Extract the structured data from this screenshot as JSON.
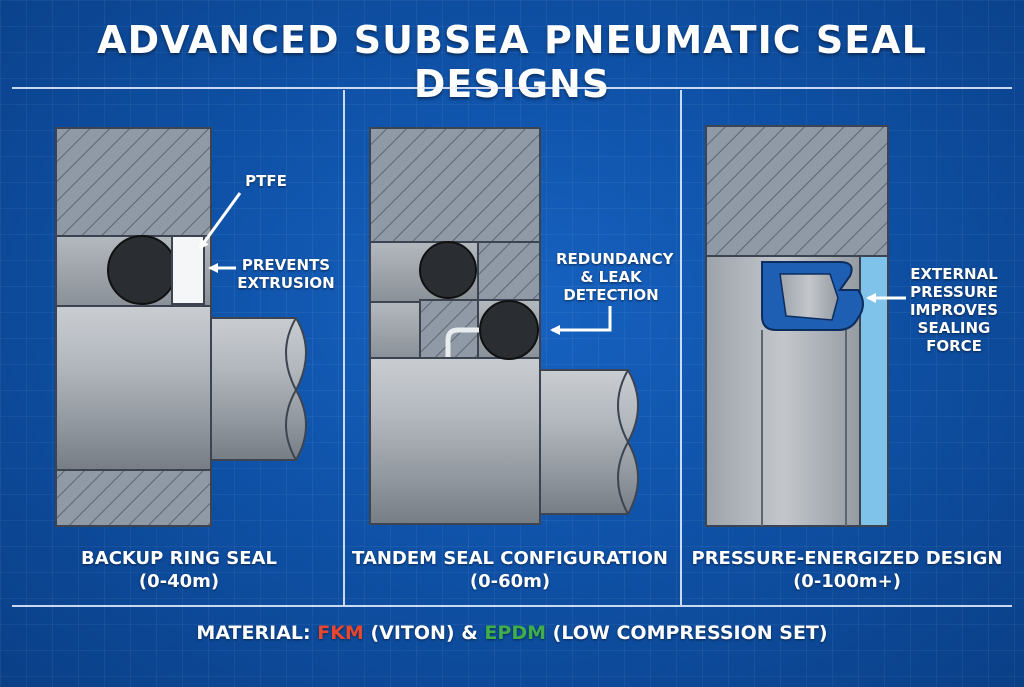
{
  "title": "ADVANCED SUBSEA PNEUMATIC SEAL DESIGNS",
  "panels": [
    {
      "name": "BACKUP RING SEAL",
      "range": "(0-40m)",
      "callouts": [
        "PTFE",
        "PREVENTS\nEXTRUSION"
      ]
    },
    {
      "name": "TANDEM SEAL CONFIGURATION",
      "range": "(0-60m)",
      "callouts": [
        "REDUNDANCY\n& LEAK\nDETECTION"
      ]
    },
    {
      "name": "PRESSURE-ENERGIZED DESIGN",
      "range": "(0-100m+)",
      "callouts": [
        "EXTERNAL\nPRESSURE\nIMPROVES\nSEALING\nFORCE"
      ]
    }
  ],
  "footer": {
    "prefix": "MATERIAL: ",
    "fkm": "FKM",
    "middle": " (VITON) & ",
    "epdm": "EPDM",
    "suffix": " (LOW COMPRESSION SET)"
  },
  "colors": {
    "background": "#0f52a8",
    "fkm": "#e8472f",
    "epdm": "#3fae4a",
    "seal_lip": "#1e5fb3",
    "fluid": "#7fc3ea"
  }
}
